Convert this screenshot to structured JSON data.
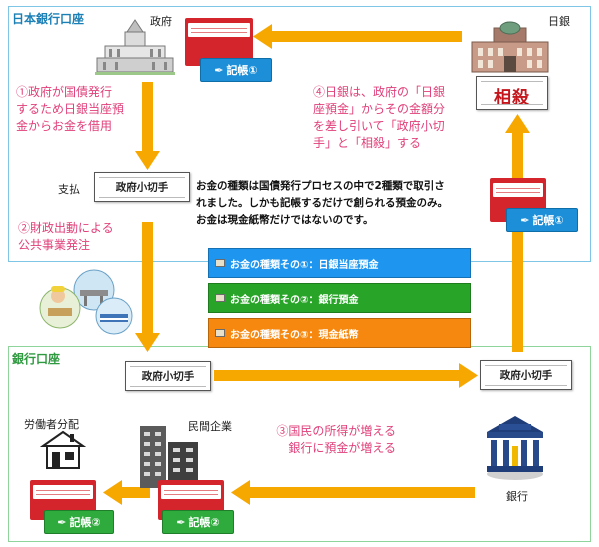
{
  "sections": {
    "boj_account": "日本銀行口座",
    "bank_account": "銀行口座"
  },
  "labels": {
    "government": "政府",
    "boj": "日銀",
    "payment": "支払",
    "bank": "銀行",
    "worker_distribution": "労働者分配",
    "private_company": "民間企業"
  },
  "stamps": {
    "entry1": "記帳①",
    "entry2": "記帳②"
  },
  "check_label": "政府小切手",
  "sousai": "相殺",
  "steps": {
    "step1": [
      "①政府が国債発行",
      "するため日銀当座預",
      "金からお金を借用"
    ],
    "step2": [
      "②財政出動による",
      "公共事業発注"
    ],
    "step3": [
      "③国民の所得が増える",
      "銀行に預金が増える"
    ],
    "step4": [
      "④日銀は、政府の「日銀",
      "座預金」からその金額分",
      "を差し引いて「政府小切",
      "手」と「相殺」する"
    ]
  },
  "center_text": [
    "お金の種類は国債発行プロセスの中で2種類で取引さ",
    "れました。しかも記帳するだけで創られる預金のみ。",
    "お金は現金紙幣だけではないのです。"
  ],
  "money_types": [
    {
      "label": "お金の種類その①：日銀当座預金",
      "color": "#1e96f0"
    },
    {
      "label": "お金の種類その②：銀行預金",
      "color": "#28a428"
    },
    {
      "label": "お金の種類その③：現金紙幣",
      "color": "#f7880f"
    }
  ],
  "colors": {
    "arrow": "#f6a800",
    "step_text": "#e0407a",
    "boj_border": "#7fc6e6",
    "bank_border": "#8fd49a"
  },
  "icons": [
    "diet-building-icon",
    "boj-building-icon",
    "bank-icon",
    "house-icon",
    "office-building-icon",
    "public-works-illustration",
    "pen-icon"
  ]
}
